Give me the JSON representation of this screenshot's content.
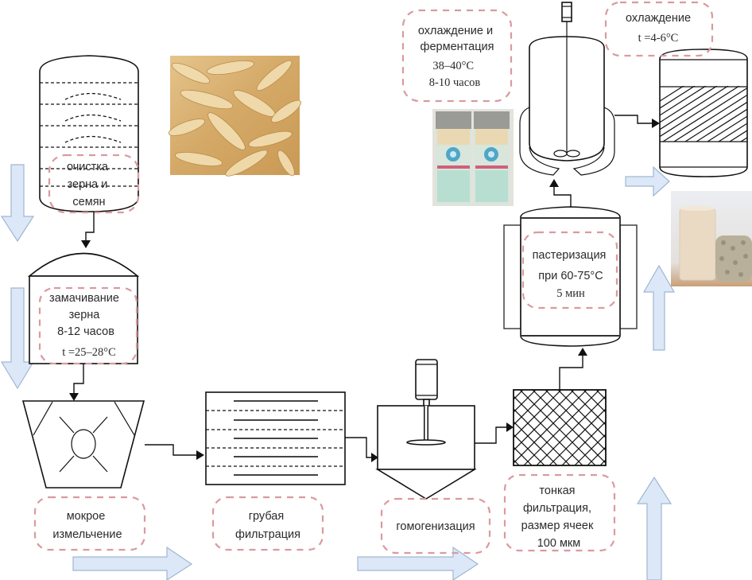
{
  "diagram": {
    "title": "Oat milk production process flow",
    "stages": [
      {
        "id": "cleaning",
        "label_lines": [
          "очистка",
          "зерна и",
          "семян"
        ]
      },
      {
        "id": "soaking",
        "label_lines": [
          "замачивание",
          "зерна",
          "8-12 часов",
          "t =25–28°C"
        ]
      },
      {
        "id": "wet_milling",
        "label_lines": [
          "мокрое",
          "измельчение"
        ]
      },
      {
        "id": "coarse_filtration",
        "label_lines": [
          "грубая",
          "фильтрация"
        ]
      },
      {
        "id": "homogenization",
        "label_lines": [
          "гомогенизация"
        ]
      },
      {
        "id": "fine_filtration",
        "label_lines": [
          "тонкая",
          "фильтрация,",
          "размер ячеек",
          "100 мкм"
        ]
      },
      {
        "id": "pasteurization",
        "label_lines": [
          "пастеризация",
          "при 60-75°C",
          "5 мин"
        ]
      },
      {
        "id": "fermentation",
        "label_lines": [
          "охлаждение и",
          "ферментация",
          "38–40°C",
          "8-10 часов"
        ]
      },
      {
        "id": "cooling",
        "label_lines": [
          "охлаждение",
          "t =4-6°C"
        ]
      }
    ],
    "images": [
      {
        "id": "oat-grains-photo",
        "depicts": "oat grains"
      },
      {
        "id": "starter-culture-vials-photo",
        "depicts": "starter culture vials"
      },
      {
        "id": "oat-milk-glass-photo",
        "depicts": "glass of oat milk with oat flakes"
      }
    ],
    "colors": {
      "bubble_outline": "#d99a9f",
      "flow_arrow_fill": "#dce8f7",
      "flow_arrow_stroke": "#9fb6d3",
      "equipment_stroke": "#111111"
    }
  }
}
